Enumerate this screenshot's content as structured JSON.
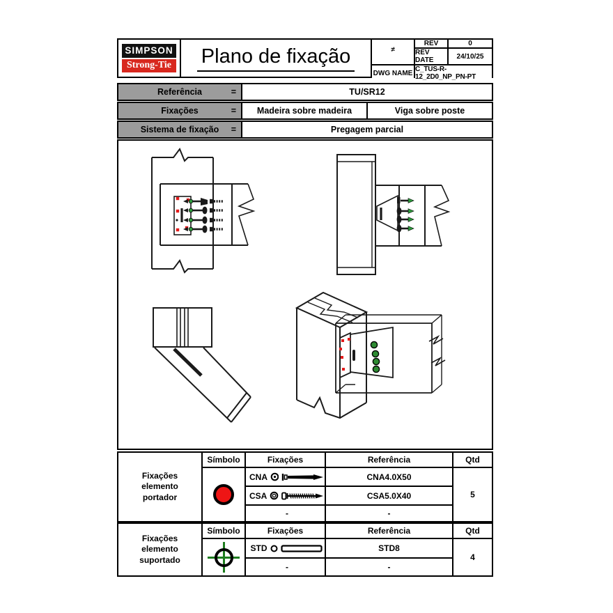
{
  "colors": {
    "logo_black": "#111111",
    "logo_red": "#d8281e",
    "table_gray": "#9c9c9c",
    "symbol_red": "#ee1515",
    "crosshair_green": "#1e7d1f",
    "fastener_green": "#2e9b3d"
  },
  "header": {
    "logo_line1": "SIMPSON",
    "logo_line2": "Strong-Tie",
    "title": "Plano de fixação",
    "not_equal_symbol": "≠",
    "rev_label": "REV",
    "rev_value": "0",
    "rev_date_label": "REV DATE",
    "rev_date_value": "24/10/25",
    "dwg_name_label": "DWG NAME",
    "dwg_name_value": "C_TUS-R-12_2D0_NP_PN-PT"
  },
  "info_rows": [
    {
      "label": "Referência",
      "eq": "=",
      "values": [
        "TU/SR12"
      ]
    },
    {
      "label": "Fixações",
      "eq": "=",
      "values": [
        "Madeira sobre madeira",
        "Viga sobre poste"
      ]
    },
    {
      "label": "Sistema de fixação",
      "eq": "=",
      "values": [
        "Pregagem parcial"
      ]
    }
  ],
  "drawings": {
    "views": [
      "front-view",
      "side-view",
      "top-view",
      "isometric-view"
    ]
  },
  "fastener_tables": [
    {
      "row_label": "Fixações elemento portador",
      "columns": [
        "Símbolo",
        "Fixações",
        "Referência",
        "Qtd"
      ],
      "symbol_icon": "red-circle-icon",
      "rows": [
        {
          "code": "CNA",
          "icon": "nail-icon",
          "reference": "CNA4.0X50"
        },
        {
          "code": "CSA",
          "icon": "screw-icon",
          "reference": "CSA5.0X40"
        },
        {
          "code": "-",
          "icon": "",
          "reference": "-"
        }
      ],
      "qty": "5"
    },
    {
      "row_label": "Fixações elemento suportado",
      "columns": [
        "Símbolo",
        "Fixações",
        "Referência",
        "Qtd"
      ],
      "symbol_icon": "green-crosshair-icon",
      "rows": [
        {
          "code": "STD",
          "icon": "dowel-icon",
          "reference": "STD8"
        },
        {
          "code": "-",
          "icon": "",
          "reference": "-"
        }
      ],
      "qty": "4"
    }
  ]
}
